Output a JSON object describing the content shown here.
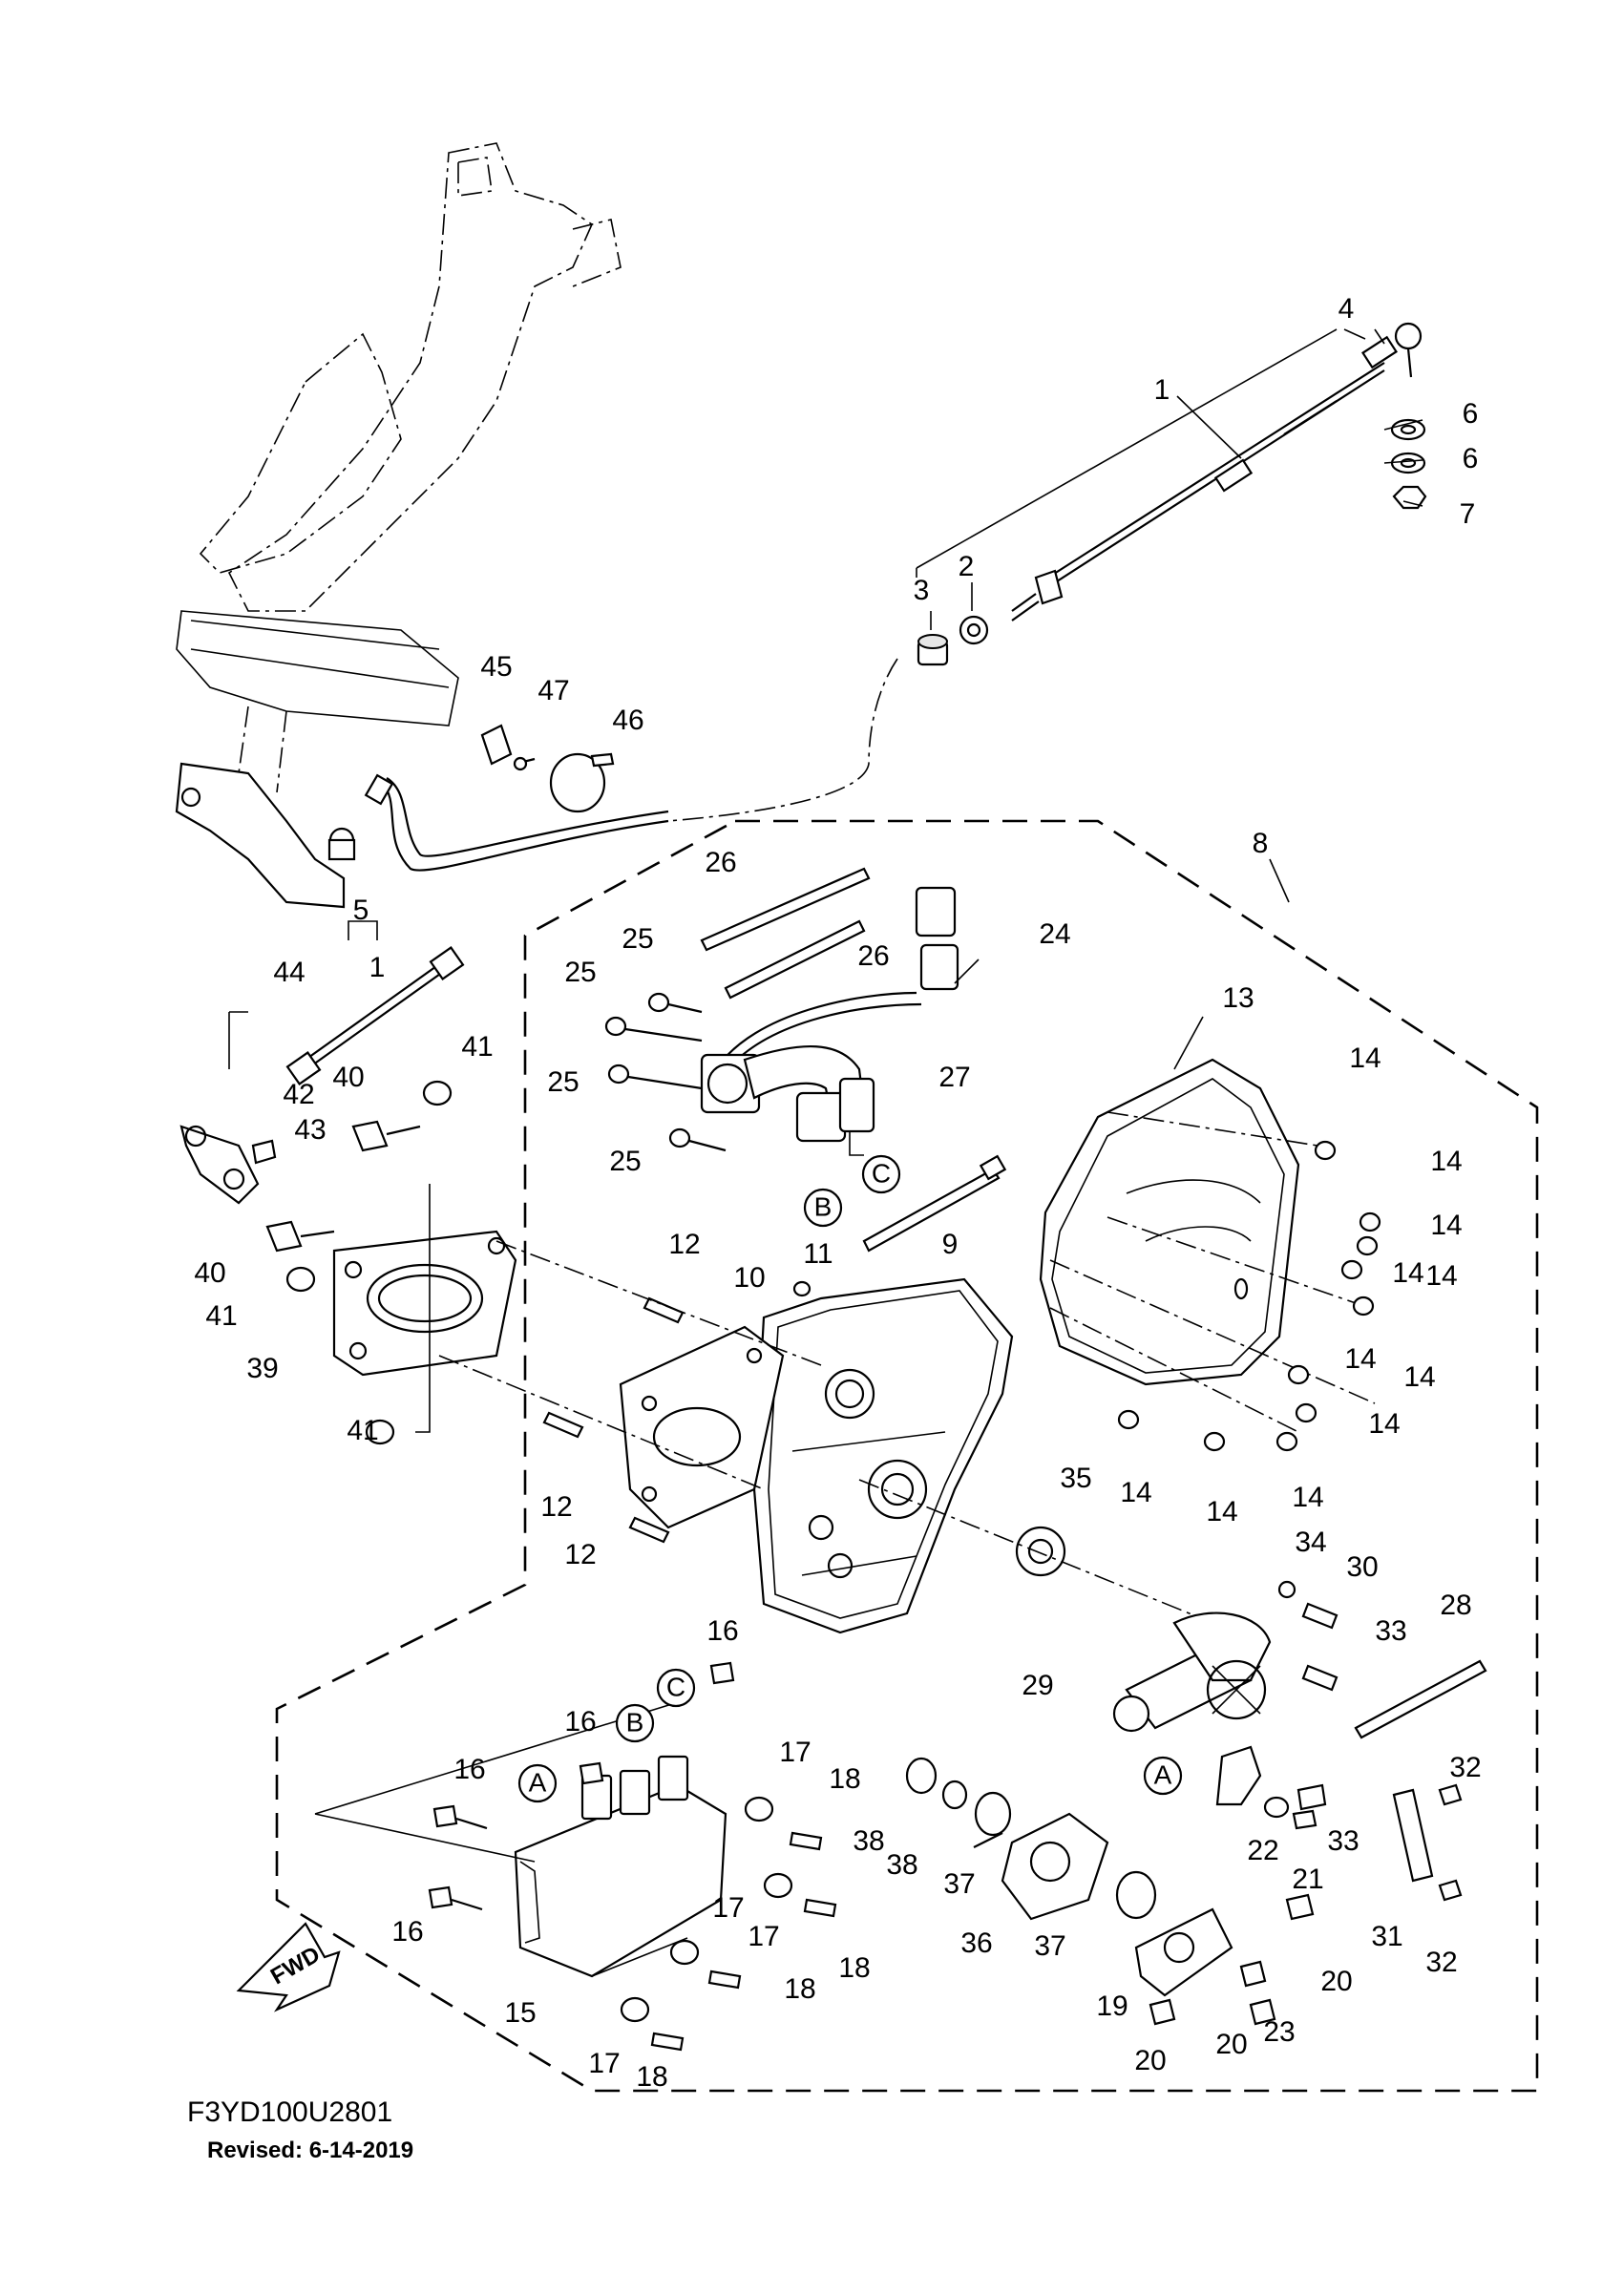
{
  "diagram": {
    "part_numbers": [
      {
        "id": "p1a",
        "text": "1"
      },
      {
        "id": "p1b",
        "text": "1"
      },
      {
        "id": "p2",
        "text": "2"
      },
      {
        "id": "p3",
        "text": "3"
      },
      {
        "id": "p4",
        "text": "4"
      },
      {
        "id": "p5",
        "text": "5"
      },
      {
        "id": "p6a",
        "text": "6"
      },
      {
        "id": "p6b",
        "text": "6"
      },
      {
        "id": "p7",
        "text": "7"
      },
      {
        "id": "p8",
        "text": "8"
      },
      {
        "id": "p9",
        "text": "9"
      },
      {
        "id": "p10",
        "text": "10"
      },
      {
        "id": "p11",
        "text": "11"
      },
      {
        "id": "p12a",
        "text": "12"
      },
      {
        "id": "p12b",
        "text": "12"
      },
      {
        "id": "p12c",
        "text": "12"
      },
      {
        "id": "p13",
        "text": "13"
      },
      {
        "id": "p14a",
        "text": "14"
      },
      {
        "id": "p14b",
        "text": "14"
      },
      {
        "id": "p14c",
        "text": "14"
      },
      {
        "id": "p14d",
        "text": "14"
      },
      {
        "id": "p14e",
        "text": "14"
      },
      {
        "id": "p14f",
        "text": "14"
      },
      {
        "id": "p14g",
        "text": "14"
      },
      {
        "id": "p14h",
        "text": "14"
      },
      {
        "id": "p14i",
        "text": "14"
      },
      {
        "id": "p14j",
        "text": "14"
      },
      {
        "id": "p14k",
        "text": "14"
      },
      {
        "id": "p15",
        "text": "15"
      },
      {
        "id": "p16a",
        "text": "16"
      },
      {
        "id": "p16b",
        "text": "16"
      },
      {
        "id": "p16c",
        "text": "16"
      },
      {
        "id": "p16d",
        "text": "16"
      },
      {
        "id": "p17a",
        "text": "17"
      },
      {
        "id": "p17b",
        "text": "17"
      },
      {
        "id": "p17c",
        "text": "17"
      },
      {
        "id": "p17d",
        "text": "17"
      },
      {
        "id": "p18a",
        "text": "18"
      },
      {
        "id": "p18b",
        "text": "18"
      },
      {
        "id": "p18c",
        "text": "18"
      },
      {
        "id": "p18d",
        "text": "18"
      },
      {
        "id": "p19",
        "text": "19"
      },
      {
        "id": "p20a",
        "text": "20"
      },
      {
        "id": "p20b",
        "text": "20"
      },
      {
        "id": "p20c",
        "text": "20"
      },
      {
        "id": "p21",
        "text": "21"
      },
      {
        "id": "p22",
        "text": "22"
      },
      {
        "id": "p23",
        "text": "23"
      },
      {
        "id": "p24",
        "text": "24"
      },
      {
        "id": "p25a",
        "text": "25"
      },
      {
        "id": "p25b",
        "text": "25"
      },
      {
        "id": "p25c",
        "text": "25"
      },
      {
        "id": "p25d",
        "text": "25"
      },
      {
        "id": "p26a",
        "text": "26"
      },
      {
        "id": "p26b",
        "text": "26"
      },
      {
        "id": "p27",
        "text": "27"
      },
      {
        "id": "p28",
        "text": "28"
      },
      {
        "id": "p29",
        "text": "29"
      },
      {
        "id": "p30",
        "text": "30"
      },
      {
        "id": "p31",
        "text": "31"
      },
      {
        "id": "p32a",
        "text": "32"
      },
      {
        "id": "p32b",
        "text": "32"
      },
      {
        "id": "p33a",
        "text": "33"
      },
      {
        "id": "p33b",
        "text": "33"
      },
      {
        "id": "p34",
        "text": "34"
      },
      {
        "id": "p35",
        "text": "35"
      },
      {
        "id": "p36",
        "text": "36"
      },
      {
        "id": "p37a",
        "text": "37"
      },
      {
        "id": "p37b",
        "text": "37"
      },
      {
        "id": "p38a",
        "text": "38"
      },
      {
        "id": "p38b",
        "text": "38"
      },
      {
        "id": "p39",
        "text": "39"
      },
      {
        "id": "p40a",
        "text": "40"
      },
      {
        "id": "p40b",
        "text": "40"
      },
      {
        "id": "p41a",
        "text": "41"
      },
      {
        "id": "p41b",
        "text": "41"
      },
      {
        "id": "p41c",
        "text": "41"
      },
      {
        "id": "p42",
        "text": "42"
      },
      {
        "id": "p43",
        "text": "43"
      },
      {
        "id": "p44",
        "text": "44"
      },
      {
        "id": "p45",
        "text": "45"
      },
      {
        "id": "p46",
        "text": "46"
      },
      {
        "id": "p47",
        "text": "47"
      }
    ],
    "connector_refs": [
      {
        "id": "cB1",
        "text": "B"
      },
      {
        "id": "cC1",
        "text": "C"
      },
      {
        "id": "cA1",
        "text": "A"
      },
      {
        "id": "cB2",
        "text": "B"
      },
      {
        "id": "cC2",
        "text": "C"
      },
      {
        "id": "cA2",
        "text": "A"
      }
    ],
    "fwd_label": "FWD",
    "drawing_code": "F3YD100U2801",
    "revised": "Revised: 6-14-2019"
  }
}
